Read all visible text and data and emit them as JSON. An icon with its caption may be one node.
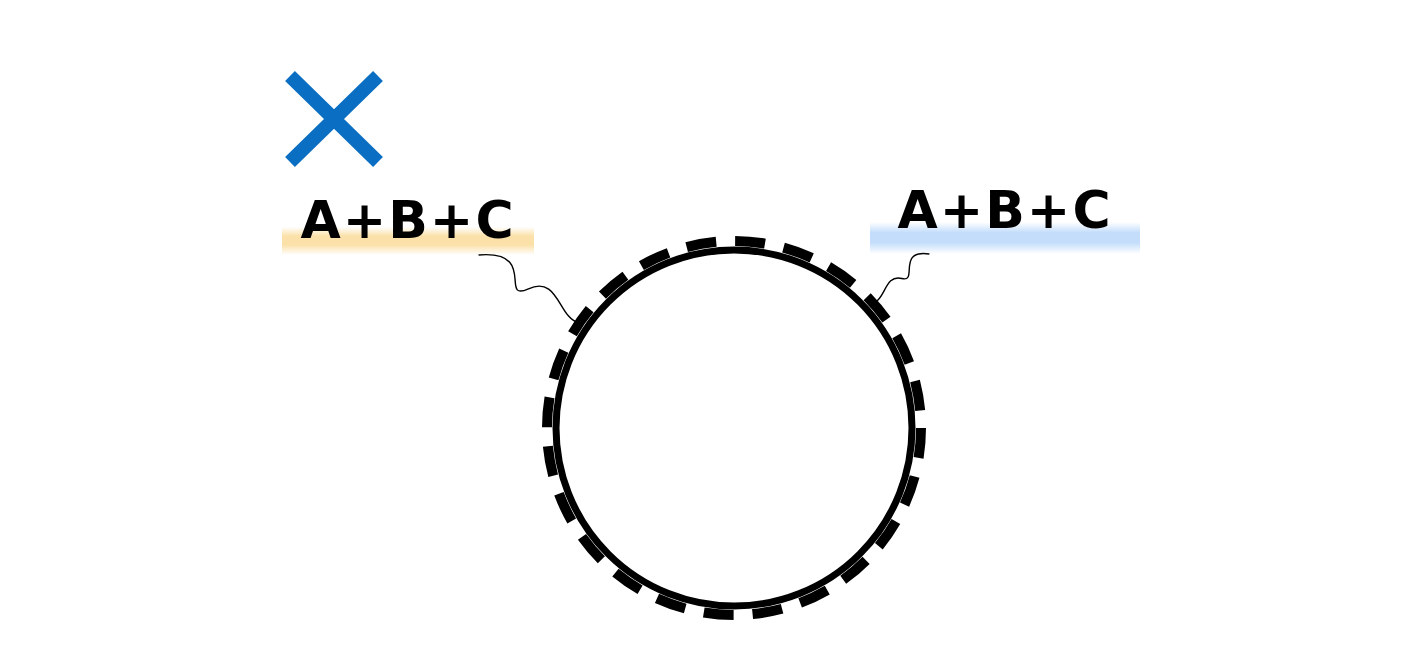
{
  "diagram": {
    "nodes": [
      {
        "text": [
          "A+B+C"
        ]
      },
      {
        "text": [
          "A+B+C"
        ]
      },
      {
        "text": [],
        "shape": "circle"
      }
    ],
    "edges": [
      {
        "from": 0,
        "to": 2,
        "arrow": "none"
      },
      {
        "from": 1,
        "to": 2,
        "arrow": "none"
      }
    ]
  }
}
